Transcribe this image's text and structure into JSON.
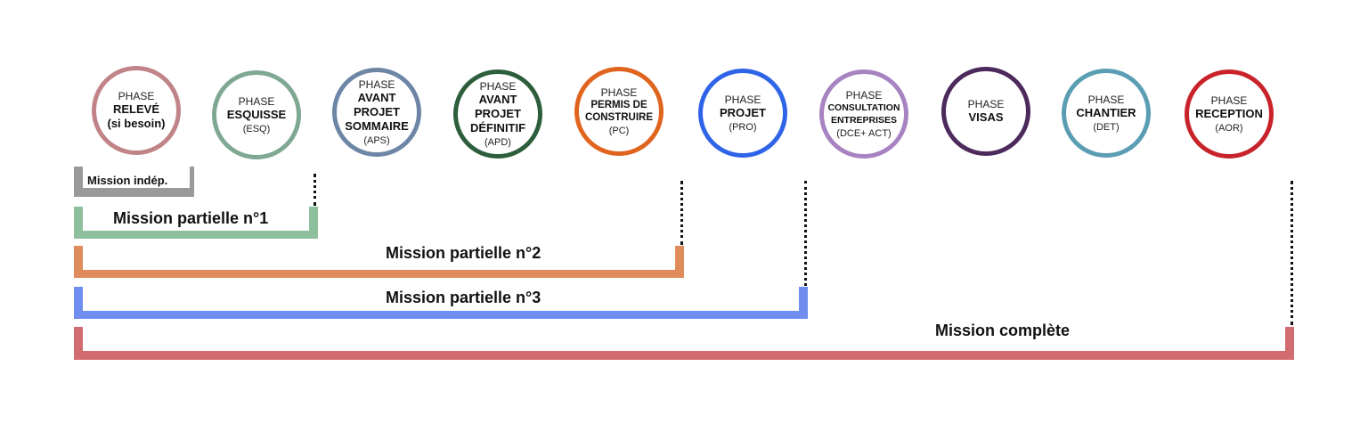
{
  "phases": [
    {
      "keyword": "PHASE",
      "name": "RELEVÉ",
      "abbr": "(si besoin)",
      "color": "#c08488"
    },
    {
      "keyword": "PHASE",
      "name": "ESQUISSE",
      "abbr": "(ESQ)",
      "color": "#7fa893"
    },
    {
      "keyword": "PHASE",
      "name": "AVANT PROJET SOMMAIRE",
      "abbr": "(APS)",
      "color": "#6e86a6"
    },
    {
      "keyword": "PHASE",
      "name": "AVANT PROJET DÉFINITIF",
      "abbr": "(APD)",
      "color": "#2d5e3c"
    },
    {
      "keyword": "PHASE",
      "name": "PERMIS DE CONSTRUIRE",
      "abbr": "(PC)",
      "color": "#e0641e"
    },
    {
      "keyword": "PHASE",
      "name": "PROJET",
      "abbr": "(PRO)",
      "color": "#2f64e8"
    },
    {
      "keyword": "PHASE",
      "name": "CONSULTATION ENTREPRISES",
      "abbr": "(DCE+ ACT)",
      "color": "#a783c2"
    },
    {
      "keyword": "PHASE",
      "name": "VISAS",
      "abbr": "",
      "color": "#4c2a5c"
    },
    {
      "keyword": "PHASE",
      "name": "CHANTIER",
      "abbr": "(DET)",
      "color": "#5b9db3"
    },
    {
      "keyword": "PHASE",
      "name": "RECEPTION",
      "abbr": "(AOR)",
      "color": "#c8232a"
    }
  ],
  "missions": {
    "independent": {
      "label": "Mission indép.",
      "color": "#9a9a9a"
    },
    "partial_1": {
      "label": "Mission partielle n°1",
      "color": "#8fc09d"
    },
    "partial_2": {
      "label": "Mission partielle n°2",
      "color": "#e08b5c"
    },
    "partial_3": {
      "label": "Mission partielle n°3",
      "color": "#6f8ef0"
    },
    "complete": {
      "label": "Mission complète",
      "color": "#d26c70"
    }
  }
}
